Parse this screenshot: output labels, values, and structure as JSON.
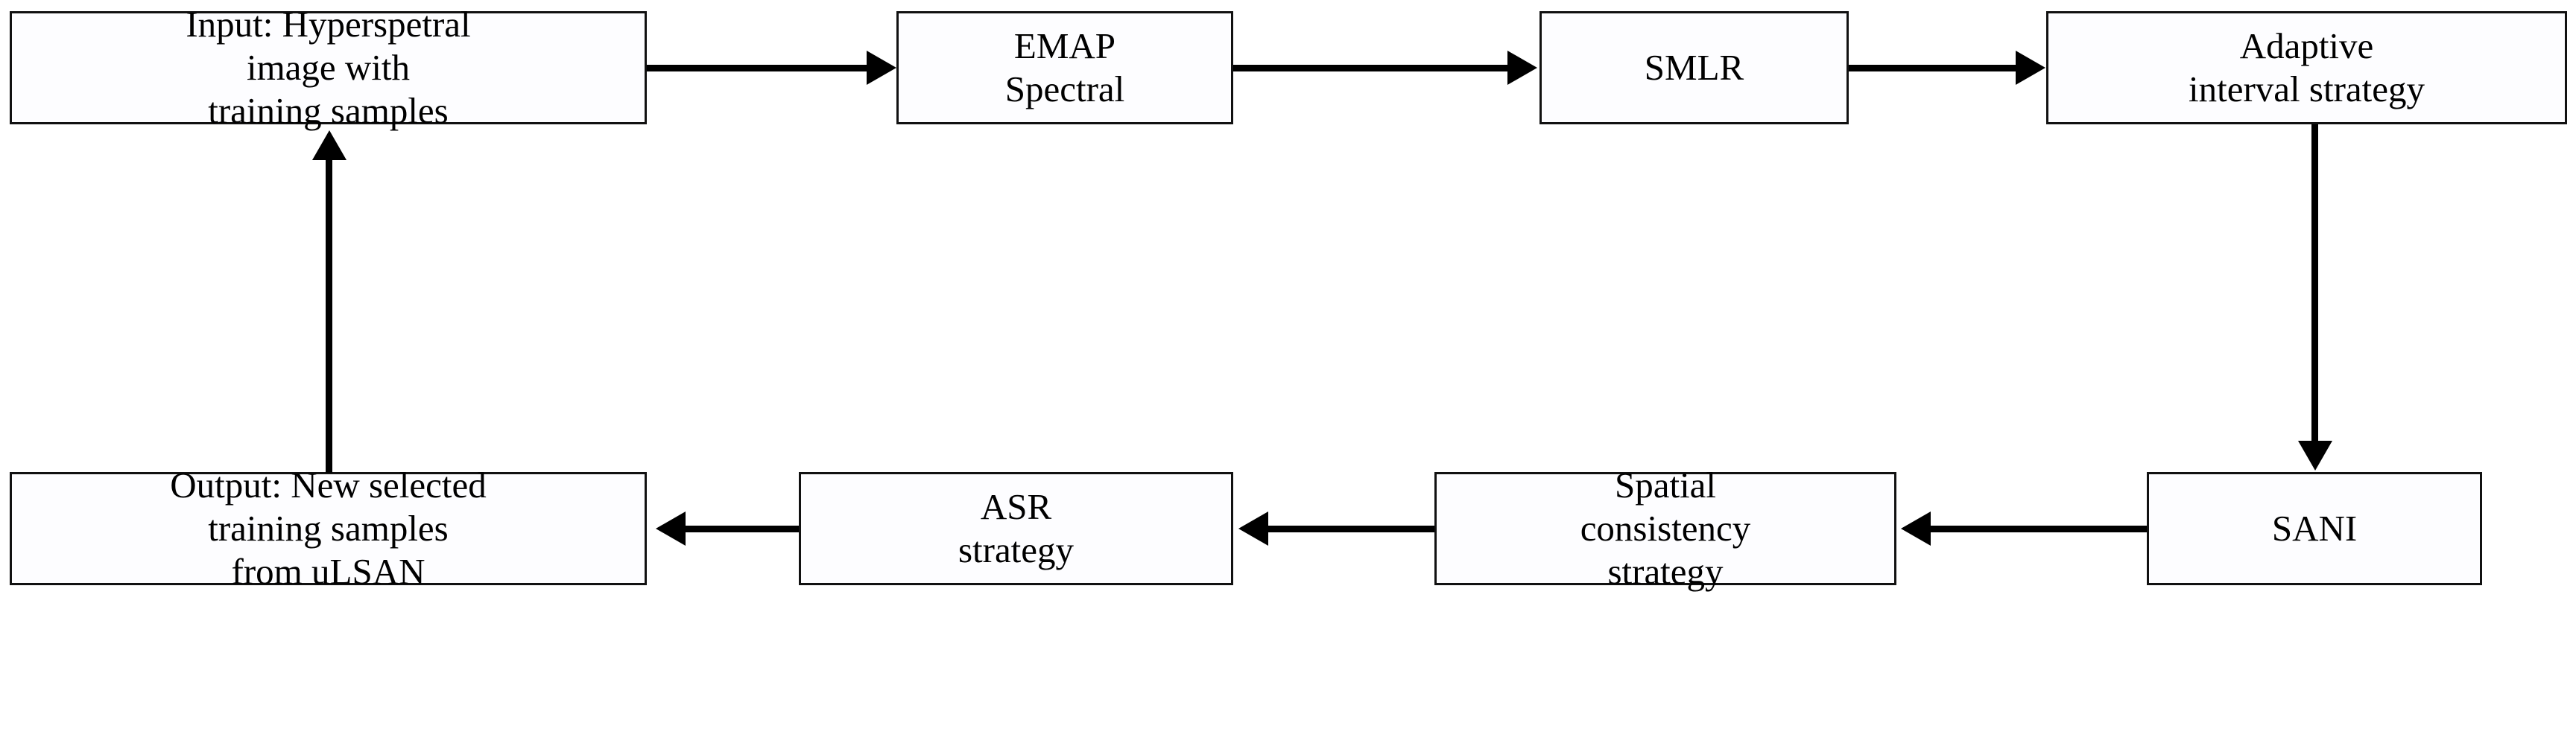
{
  "diagram": {
    "type": "flowchart",
    "title": "",
    "background_color": "#ffffff",
    "node_fill_color": "#fdfdff",
    "node_border_color": "#111111",
    "edge_color": "#000000",
    "text_color": "#000000",
    "nodes": [
      {
        "id": "input",
        "label": "Input: Hyperspetral\nimage with\ntraining samples",
        "shape": "rectangle",
        "row": "top"
      },
      {
        "id": "emap",
        "label": "EMAP\nSpectral",
        "shape": "rectangle",
        "row": "top"
      },
      {
        "id": "smlr",
        "label": "SMLR",
        "shape": "rectangle",
        "row": "top"
      },
      {
        "id": "adaptive",
        "label": "Adaptive\ninterval strategy",
        "shape": "rectangle",
        "row": "top"
      },
      {
        "id": "output",
        "label": "Output: New selected\ntraining samples\nfrom uLSAN",
        "shape": "rectangle",
        "row": "bottom"
      },
      {
        "id": "asr",
        "label": "ASR\nstrategy",
        "shape": "rectangle",
        "row": "bottom"
      },
      {
        "id": "spatial",
        "label": "Spatial\nconsistency\nstrategy",
        "shape": "rectangle",
        "row": "bottom"
      },
      {
        "id": "sani",
        "label": "SANI",
        "shape": "rectangle",
        "row": "bottom"
      }
    ],
    "edges": [
      {
        "from": "input",
        "to": "emap",
        "direction": "right"
      },
      {
        "from": "emap",
        "to": "smlr",
        "direction": "right"
      },
      {
        "from": "smlr",
        "to": "adaptive",
        "direction": "right"
      },
      {
        "from": "adaptive",
        "to": "sani",
        "direction": "down"
      },
      {
        "from": "sani",
        "to": "spatial",
        "direction": "left"
      },
      {
        "from": "spatial",
        "to": "asr",
        "direction": "left"
      },
      {
        "from": "asr",
        "to": "output",
        "direction": "left"
      },
      {
        "from": "output",
        "to": "input",
        "direction": "up"
      }
    ]
  }
}
